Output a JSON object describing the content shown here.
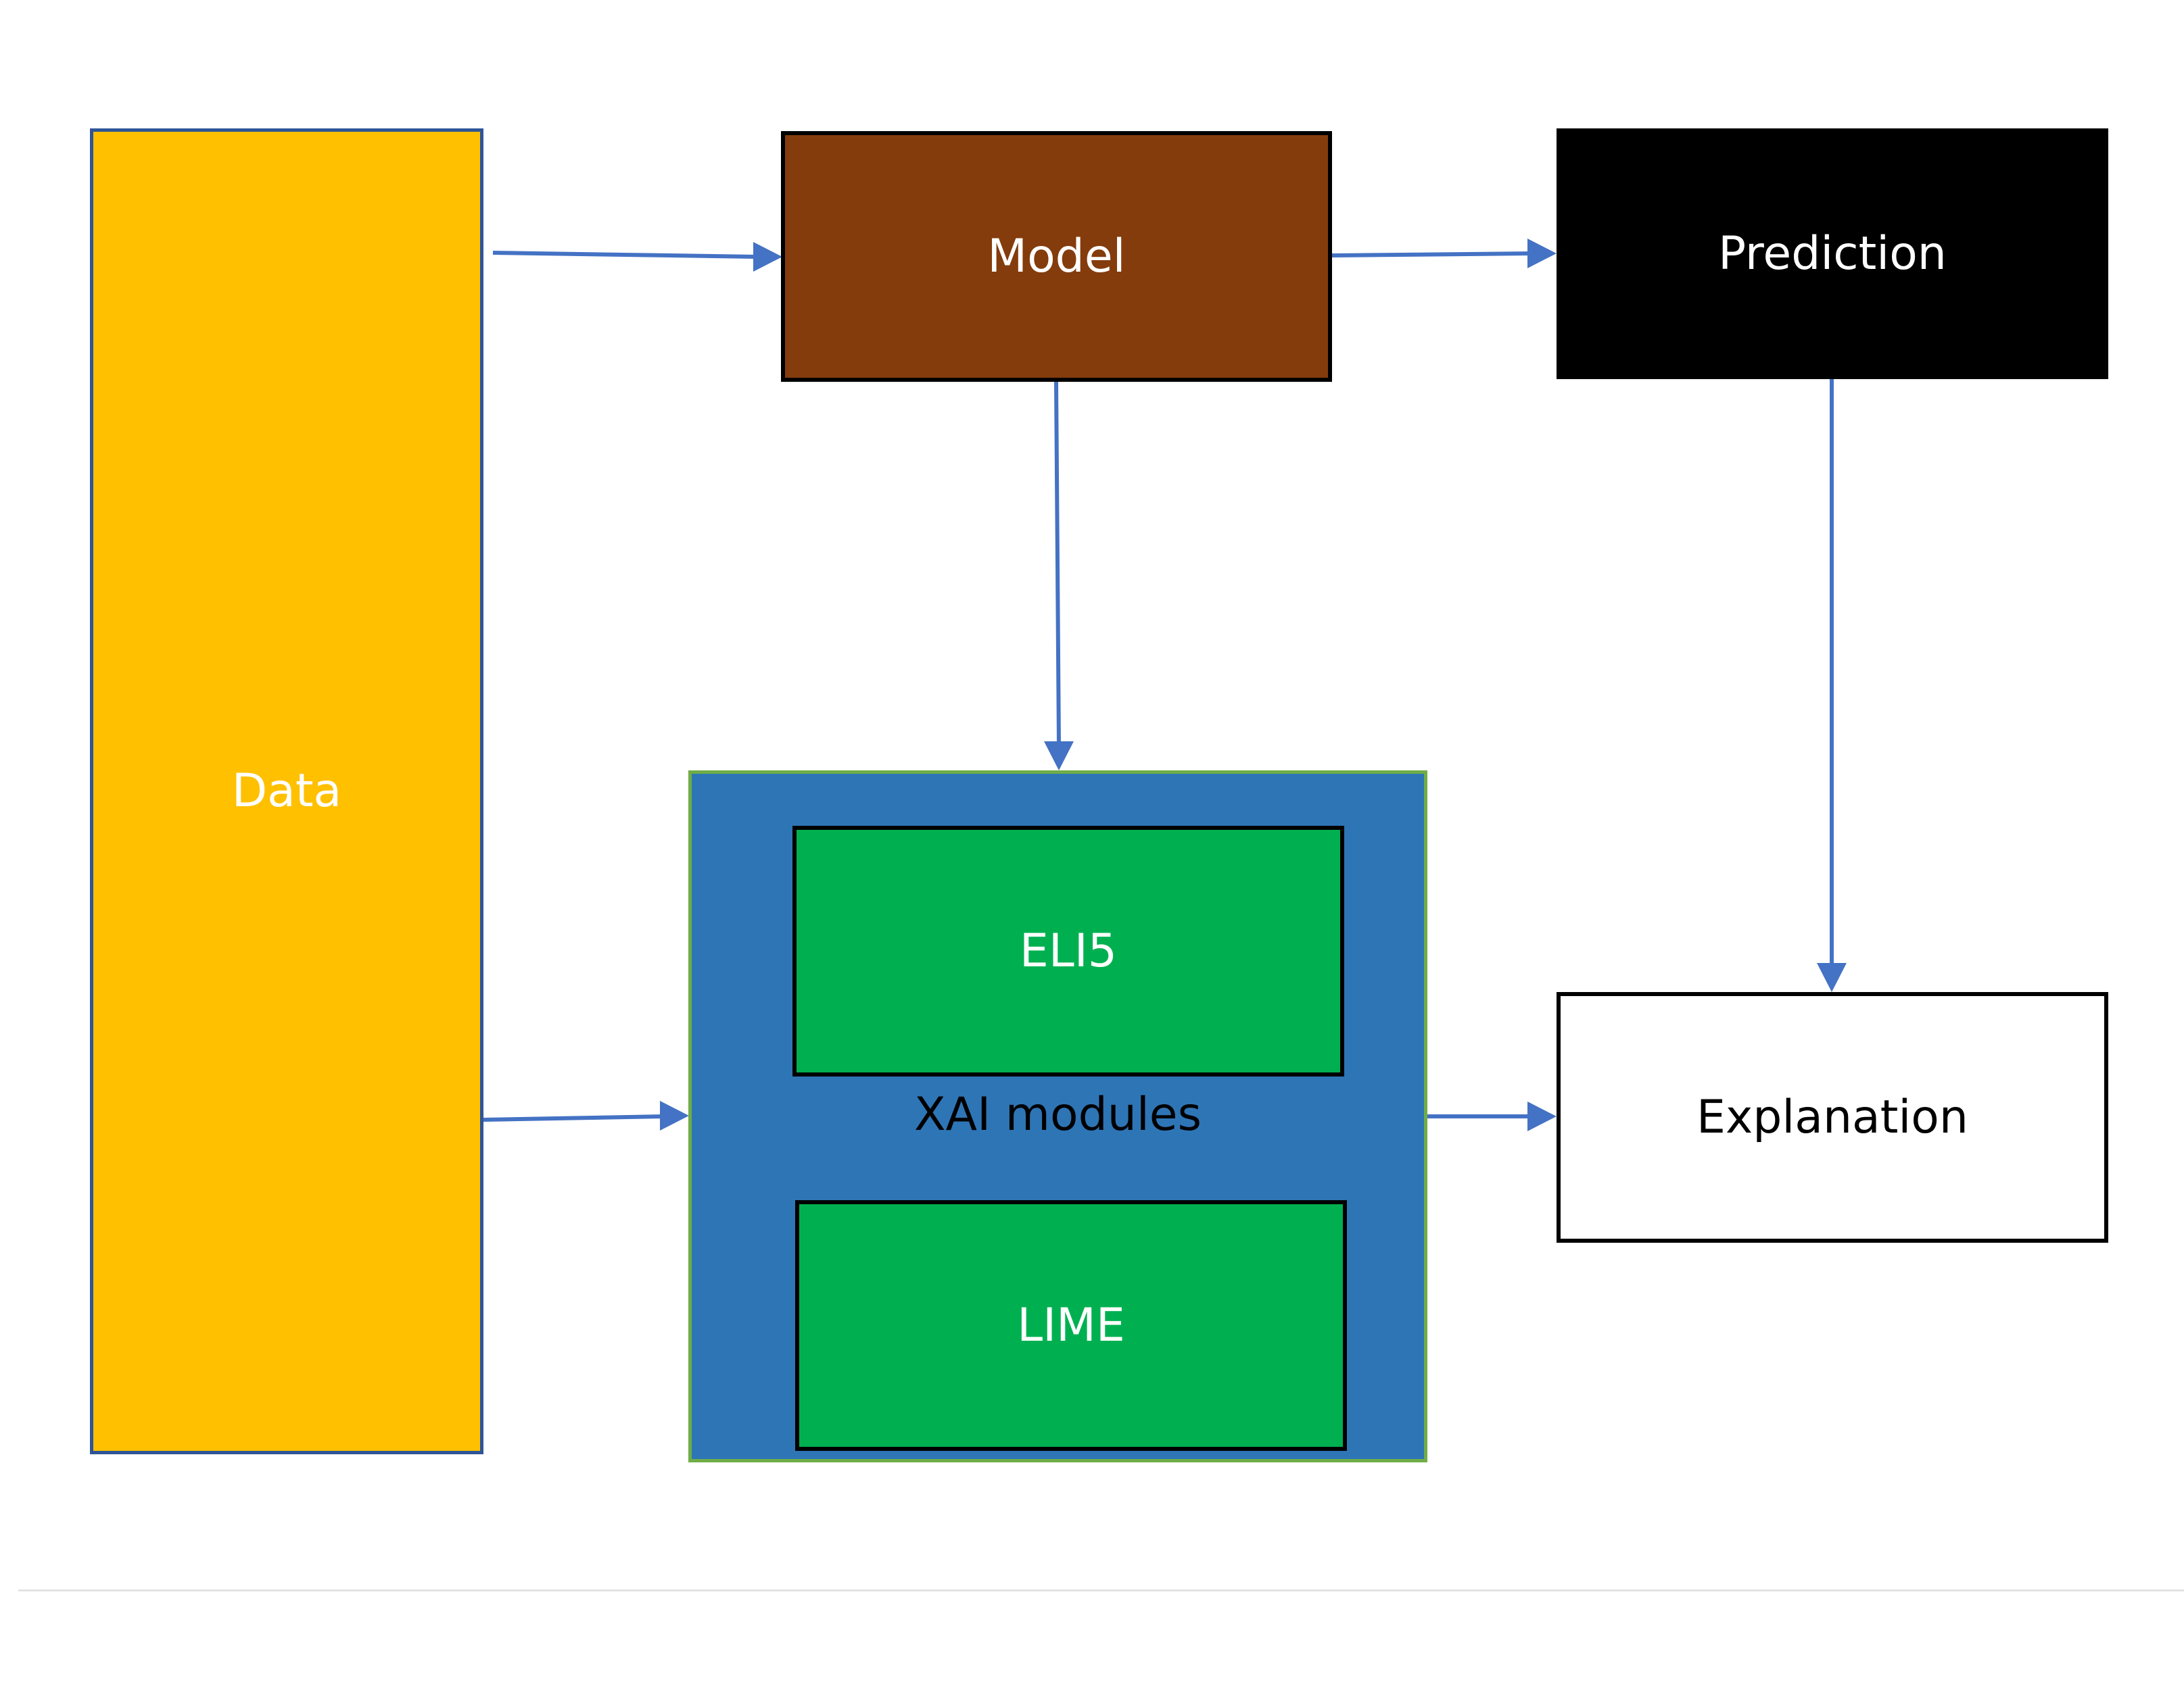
{
  "colors": {
    "data_fill": "#ffc000",
    "data_text": "#ffffff",
    "model_fill": "#843c0c",
    "model_text": "#ffffff",
    "prediction_fill": "#000000",
    "prediction_text": "#ffffff",
    "xai_fill": "#2e75b6",
    "xai_border": "#70ad47",
    "xai_text": "#000000",
    "module_fill": "#00b050",
    "module_text": "#ffffff",
    "explanation_fill": "#ffffff",
    "explanation_text": "#000000",
    "arrow": "#4472c4"
  },
  "nodes": {
    "data": {
      "label": "Data"
    },
    "model": {
      "label": "Model"
    },
    "prediction": {
      "label": "Prediction"
    },
    "xai": {
      "label": "XAI modules"
    },
    "eli5": {
      "label": "ELI5"
    },
    "lime": {
      "label": "LIME"
    },
    "explanation": {
      "label": "Explanation"
    }
  },
  "edges": [
    {
      "from": "data",
      "to": "model"
    },
    {
      "from": "model",
      "to": "prediction"
    },
    {
      "from": "model",
      "to": "xai"
    },
    {
      "from": "prediction",
      "to": "explanation"
    },
    {
      "from": "data",
      "to": "xai"
    },
    {
      "from": "xai",
      "to": "explanation"
    }
  ]
}
